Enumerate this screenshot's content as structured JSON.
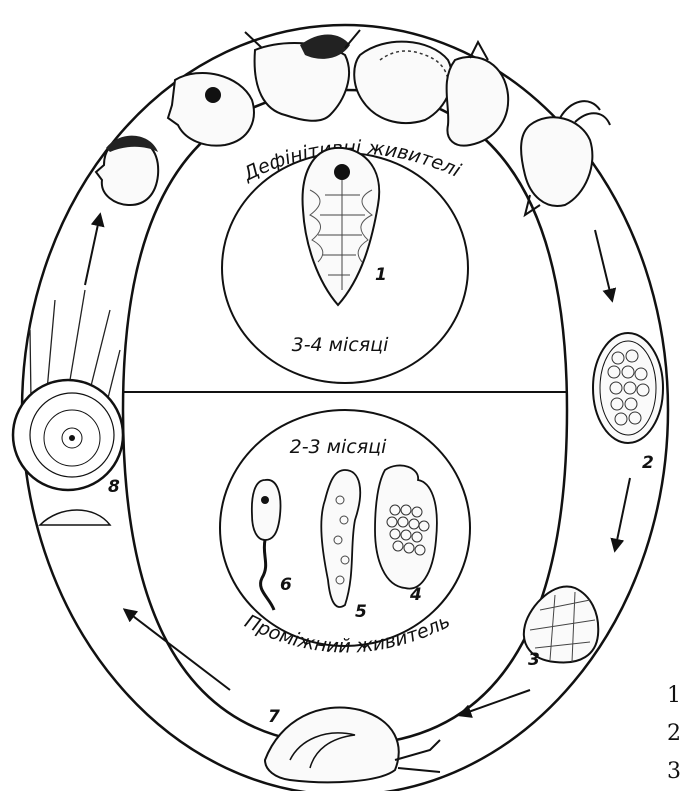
{
  "labels": {
    "definitive_hosts": "Дефінітивні живителі",
    "intermediate_host": "Проміжний живитель",
    "period_top": "3-4 місяці",
    "period_bottom": "2-3 місяці"
  },
  "stage_numbers": [
    "1",
    "2",
    "3",
    "4",
    "5",
    "6",
    "7",
    "8"
  ],
  "side_numbers": [
    "1",
    "2",
    "3"
  ],
  "hosts": [
    "human",
    "pig",
    "cow",
    "sheep",
    "horse",
    "goat"
  ]
}
